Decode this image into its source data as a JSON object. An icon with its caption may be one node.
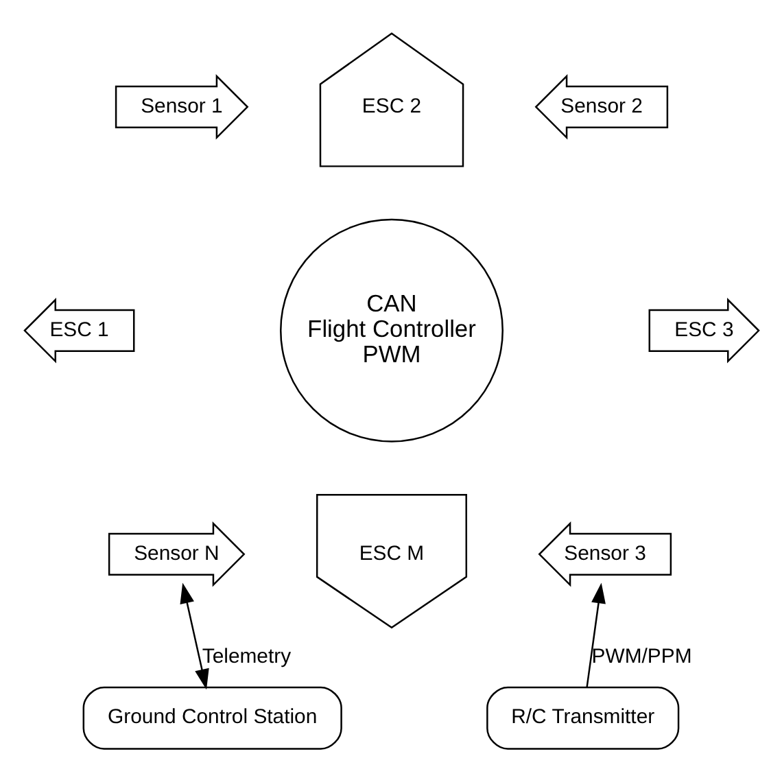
{
  "diagram": {
    "nodes": [
      {
        "text": [
          "ESC 2"
        ]
      },
      {
        "text": [
          "Sensor 1"
        ]
      },
      {
        "text": [
          "Sensor 2"
        ]
      },
      {
        "text": [
          "ESC 1"
        ]
      },
      {
        "text": [
          "CAN",
          "Flight Controller",
          "PWM"
        ]
      },
      {
        "text": [
          "ESC 3"
        ]
      },
      {
        "text": [
          "Sensor N"
        ]
      },
      {
        "text": [
          "Sensor 3"
        ]
      },
      {
        "text": [
          "ESC M"
        ]
      },
      {
        "text": [
          "Ground Control Station"
        ]
      },
      {
        "text": [
          "R/C Transmitter"
        ]
      }
    ],
    "edges": [
      {
        "from": 6,
        "to": 9,
        "arrow": "both",
        "label": "Telemetry"
      },
      {
        "from": 10,
        "to": 7,
        "arrow": "to",
        "label": "PWM/PPM"
      }
    ]
  }
}
